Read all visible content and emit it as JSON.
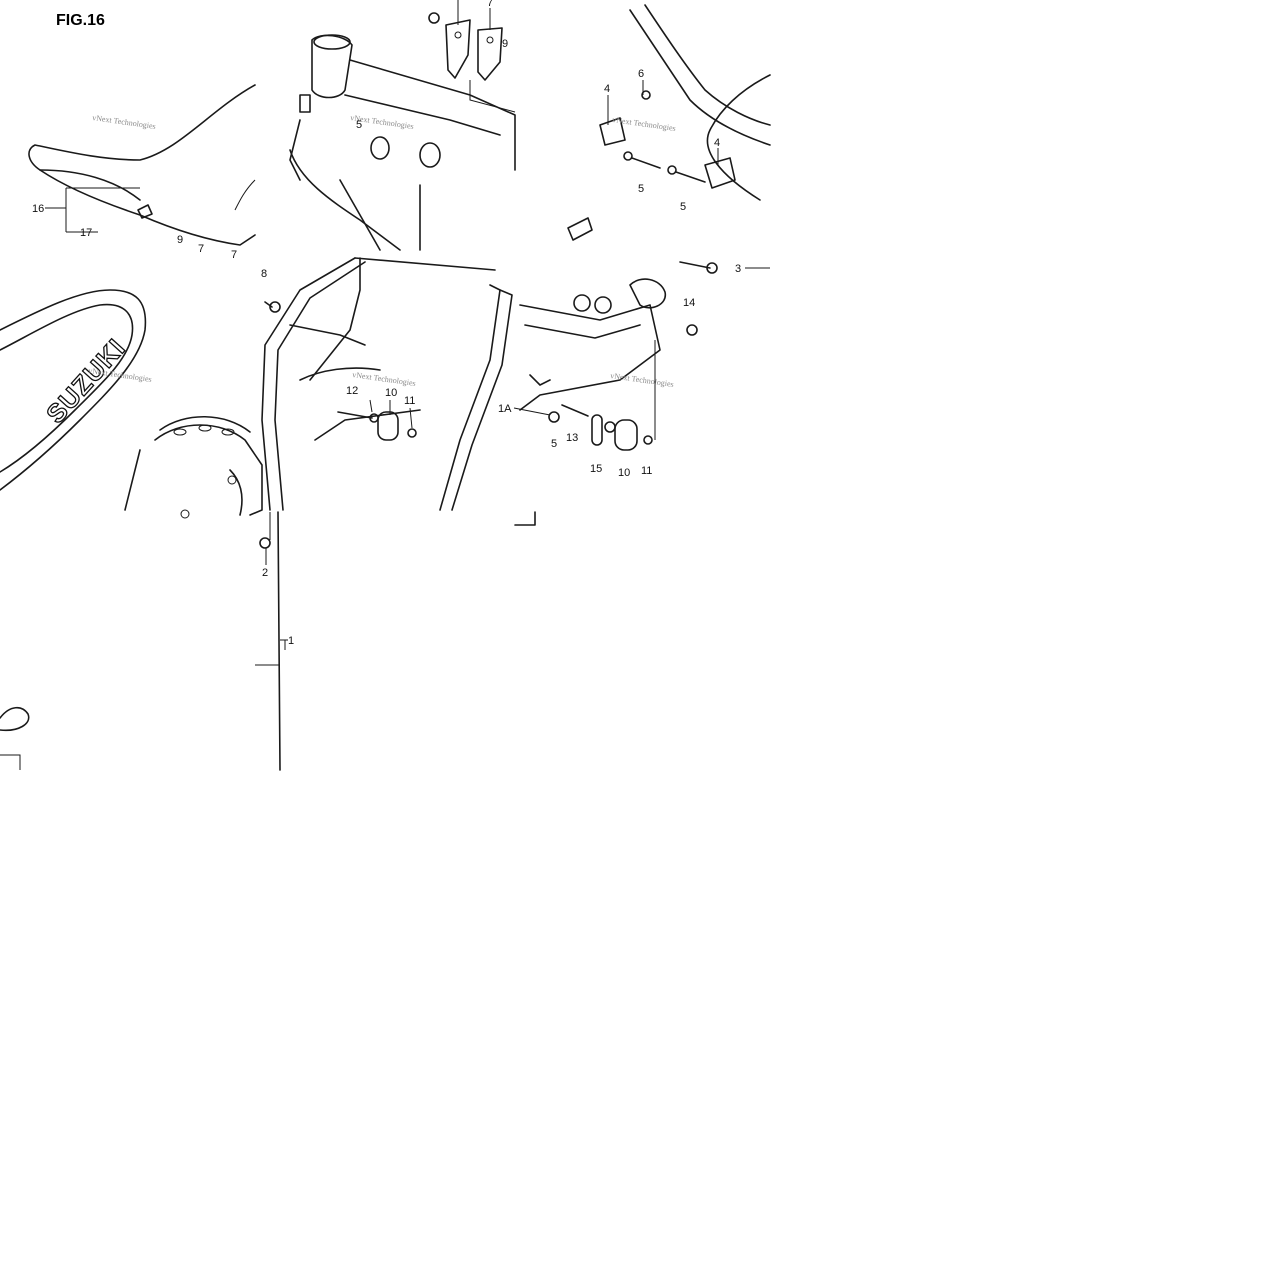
{
  "figure_label": "FIG.16",
  "brand_text": "SUZUKI",
  "watermark": "vNext Technologies",
  "callouts": {
    "c1": "1",
    "c1a": "1A",
    "c2": "2",
    "c3": "3",
    "c4a": "4",
    "c4b": "4",
    "c5a": "5",
    "c5b": "5",
    "c5c": "5",
    "c6": "6",
    "c7a": "7",
    "c7b": "7",
    "c7c": "7",
    "c8": "8",
    "c9a": "9",
    "c9b": "9",
    "c10a": "10",
    "c10b": "10",
    "c11a": "11",
    "c11b": "11",
    "c12": "12",
    "c13": "13",
    "c14": "14",
    "c15": "15",
    "c16": "16",
    "c17": "17"
  }
}
